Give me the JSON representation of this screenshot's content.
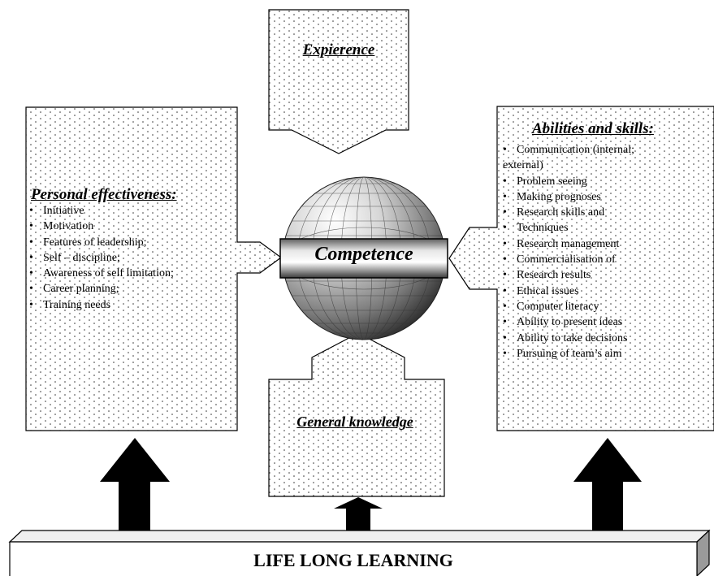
{
  "diagram": {
    "center": {
      "label": "Competence"
    },
    "top": {
      "label": "Expierence"
    },
    "bottom": {
      "label": "General knowledge"
    },
    "left": {
      "heading": "Personal effectiveness:",
      "items": [
        "Initiative",
        "Motivation",
        " Features of leadership;",
        "Self – discipline;",
        "Awareness of self limitation;",
        "Career planning;",
        "Training needs"
      ]
    },
    "right": {
      "heading": "Abilities and skills:",
      "items": [
        "Communication (internal;",
        "external)",
        "Problem seeing",
        "Making prognoses",
        "Research skills and",
        "Techniques",
        "Research management",
        "Commercialisation of",
        "Research results",
        " Ethical issues",
        "Computer literacy",
        "Ability to present ideas",
        "Ability to take decisions",
        "Pursuing of team’s aim"
      ]
    },
    "base": {
      "label": "LIFE LONG LEARNING"
    }
  }
}
